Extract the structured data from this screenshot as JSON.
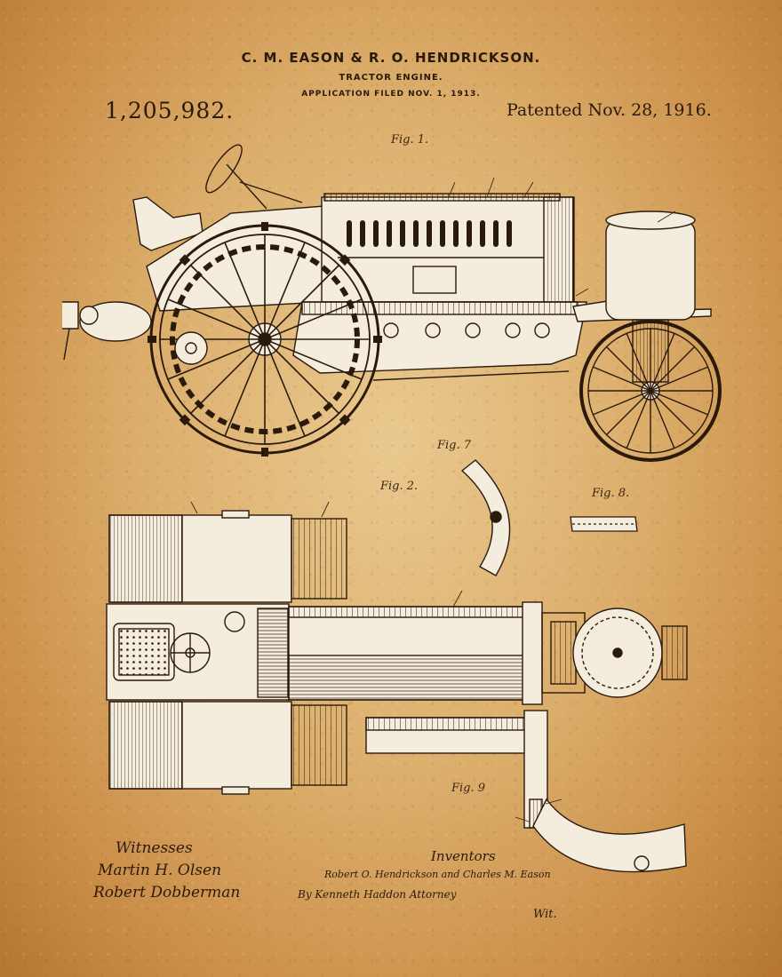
{
  "header": {
    "inventors": "C. M. EASON & R. O. HENDRICKSON.",
    "title": "TRACTOR ENGINE.",
    "filed": "APPLICATION FILED NOV. 1, 1913.",
    "patent_number": "1,205,982.",
    "patented": "Patented Nov. 28, 1916."
  },
  "figures": {
    "fig1": "Fig. 1.",
    "fig2": "Fig. 2.",
    "fig7": "Fig. 7",
    "fig8": "Fig. 8.",
    "fig9": "Fig. 9"
  },
  "footer": {
    "witnesses_label": "Witnesses",
    "witness_1": "Martin H. Olsen",
    "witness_2": "Robert Dobberman",
    "inventors_label": "Inventors",
    "inventor_signature": "Robert O. Hendrickson and Charles M. Eason",
    "attorney_signature": "By Kenneth Haddon Attorney",
    "sheet_mark": "Wit."
  },
  "colors": {
    "paper": "#dcae6c",
    "ink": "#2a1a0c",
    "drawing_fill": "#f4ecdc"
  }
}
